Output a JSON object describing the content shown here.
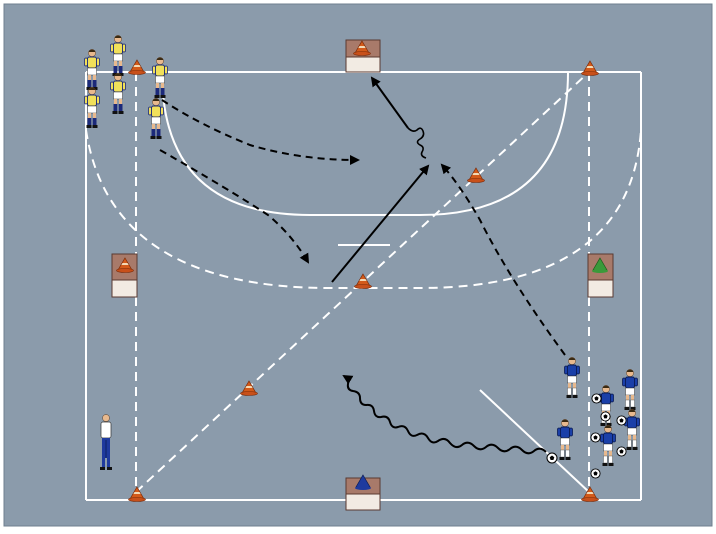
{
  "diagram": {
    "description_visible_text": "",
    "colors": {
      "pitch": "#8b9bab",
      "line": "#ffffff",
      "arrow": "#000000",
      "team_yellow_shirt": "#f1e05a",
      "team_yellow_trim": "#1c2a7a",
      "team_blue_shirt": "#1a3fa8",
      "team_blue_shorts": "#ffffff",
      "cone_orange": "#d35a1a",
      "cone_green": "#3a9a3a",
      "cone_blue": "#1f3a9e"
    },
    "legend": [],
    "elements": {
      "cones": [
        "orange-cone",
        "orange-cone",
        "orange-cone",
        "orange-cone",
        "orange-cone",
        "orange-cone",
        "orange-cone"
      ],
      "goal_stations": [
        "top-goal",
        "bottom-goal",
        "left-goal",
        "right-goal"
      ],
      "teams": [
        "yellow-team",
        "blue-team"
      ]
    }
  }
}
